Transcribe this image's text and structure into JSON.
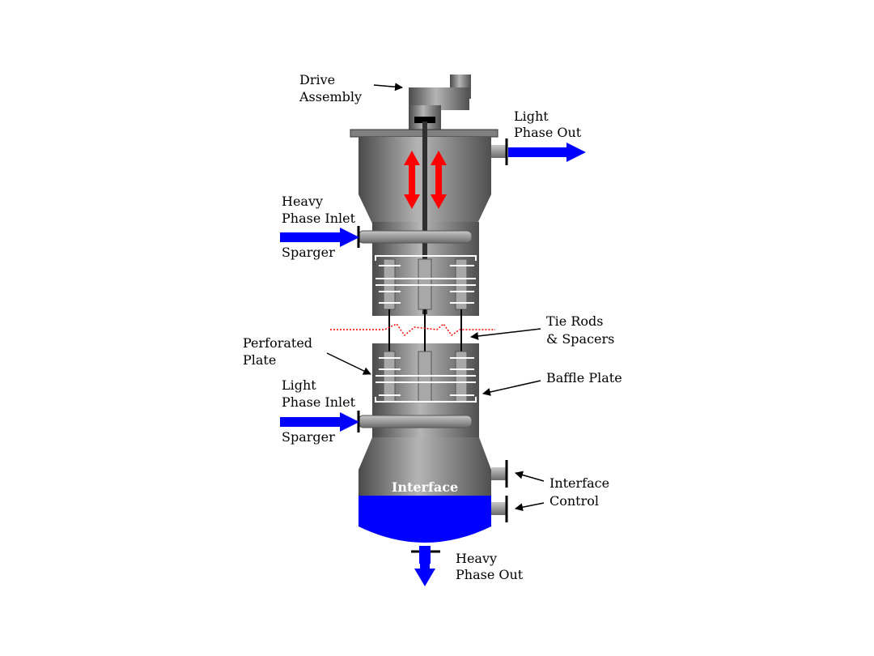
{
  "labels": {
    "drive_line1": "Drive",
    "drive_line2": "Assembly",
    "light_out_line1": "Light",
    "light_out_line2": "Phase Out",
    "heavy_in_line1": "Heavy",
    "heavy_in_line2": "Phase Inlet",
    "sparger_top": "Sparger",
    "tie_line1": "Tie Rods",
    "tie_line2": "& Spacers",
    "perf_line1": "Perforated",
    "perf_line2": "Plate",
    "baffle": "Baffle Plate",
    "light_in_line1": "Light",
    "light_in_line2": "Phase Inlet",
    "sparger_bottom": "Sparger",
    "interface": "Interface",
    "ic_line1": "Interface",
    "ic_line2": "Control",
    "heavy_out_line1": "Heavy",
    "heavy_out_line2": "Phase Out"
  },
  "colors": {
    "flow_arrow": "#0000ff",
    "reciprocation_arrow": "#ff0000",
    "heavy_liquid": "#0000ff",
    "break_line": "#ff0000",
    "vessel": "#808080"
  }
}
